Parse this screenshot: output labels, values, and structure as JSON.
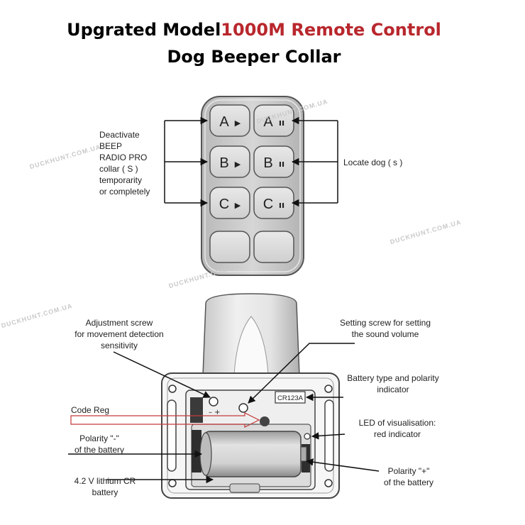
{
  "title": {
    "line1_black": "Upgrated Model",
    "line1_red": "1000M Remote Control",
    "line2": "Dog Beeper Collar",
    "accent_color": "#b8272d"
  },
  "remote": {
    "buttons": [
      {
        "letter": "A",
        "symbol": "▶"
      },
      {
        "letter": "A",
        "symbol": "ıı"
      },
      {
        "letter": "B",
        "symbol": "▶"
      },
      {
        "letter": "B",
        "symbol": "ıı"
      },
      {
        "letter": "C",
        "symbol": "▶"
      },
      {
        "letter": "C",
        "symbol": "ıı"
      },
      {
        "letter": "",
        "symbol": ""
      },
      {
        "letter": "",
        "symbol": ""
      }
    ],
    "left_label": [
      "Deactivate",
      "BEEP",
      "RADIO PRO",
      "collar ( S )",
      "temporarity",
      "or completely"
    ],
    "right_label": "Locate dog ( s )"
  },
  "collar": {
    "battery_code": "CR123A",
    "labels": {
      "adjustment_screw": [
        "Adjustment screw",
        "for movement detection",
        "sensitivity"
      ],
      "setting_screw": [
        "Setting screw for setting",
        "the sound volume"
      ],
      "battery_type": [
        "Battery type and polarity",
        "indicator"
      ],
      "code_reg": "Code Reg",
      "led": [
        "LED of visualisation:",
        "red indicator"
      ],
      "polarity_minus": [
        "Polarity \"-\"",
        "of the battery"
      ],
      "polarity_plus": [
        "Polarity \"+\"",
        "of the battery"
      ],
      "lithium": [
        "4.2 V lithium CR",
        "battery"
      ]
    }
  },
  "watermark": "DUCKHUNT.COM.UA"
}
